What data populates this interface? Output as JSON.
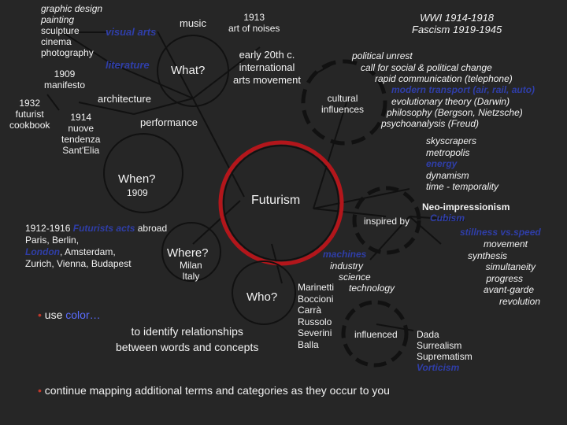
{
  "center": {
    "label": "Futurism"
  },
  "what": {
    "label": "What?",
    "visual_arts": "visual arts",
    "visual_arts_items": [
      "graphic design",
      "painting",
      "sculpture",
      "cinema",
      "photography"
    ],
    "music": "music",
    "literature": "literature",
    "literature_item": [
      "1909",
      "manifesto"
    ],
    "architecture": "architecture",
    "cookbook": [
      "1932",
      "futurist",
      "cookbook"
    ],
    "performance": "performance",
    "nuove_tendenza": [
      "1914",
      "nuove",
      "tendenza",
      "Sant'Elia"
    ],
    "art_of_noises": [
      "1913",
      "art of noises"
    ],
    "early_20th": [
      "early 20th c.",
      "international",
      "arts movement"
    ]
  },
  "when": {
    "label": "When?",
    "year": "1909"
  },
  "where": {
    "label": "Where?",
    "city": [
      "Milan",
      "Italy"
    ],
    "abroad_prefix": "1912-1916 ",
    "abroad_emph": "Futurists acts",
    "abroad_suffix": " abroad",
    "abroad_cities_1": "Paris, Berlin,",
    "abroad_london": "London",
    "abroad_cities_2": ", Amsterdam,",
    "abroad_cities_3": "Zurich, Vienna, Budapest"
  },
  "who": {
    "label": "Who?",
    "artists": [
      "Marinetti",
      "Boccioni",
      "Carrà",
      "Russolo",
      "Severini",
      "Balla"
    ]
  },
  "cultural": {
    "label": [
      "cultural",
      "influences"
    ],
    "wwi": [
      "WWI 1914-1918",
      "Fascism 1919-1945"
    ],
    "lines": [
      "political unrest",
      "call for social & political change",
      "rapid communication (telephone)"
    ],
    "transport": "modern transport (air, rail, auto)",
    "lines2": [
      "evolutionary theory (Darwin)",
      "philosophy (Bergson, Nietzsche)",
      "psychoanalysis (Freud)"
    ],
    "themes": [
      "skyscrapers",
      "metropolis",
      "energy",
      "dynamism",
      "time - temporality"
    ]
  },
  "inspired": {
    "label": "inspired by",
    "neo": "Neo-impressionism",
    "cubism": "Cubism",
    "stillness": "stillness vs.speed",
    "concepts": [
      "movement",
      "synthesis",
      "simultaneity",
      "progress",
      "avant-garde",
      "revolution"
    ],
    "machines": "machines",
    "industry": "industry",
    "science": "science",
    "technology": "technology"
  },
  "influenced": {
    "label": "influenced",
    "movements": [
      "Dada",
      "Surrealism",
      "Suprematism"
    ],
    "vorticism": "Vorticism"
  },
  "notes": {
    "use": "use ",
    "color": "color…",
    "identify": [
      "to identify relationships",
      "between words and concepts"
    ],
    "continue": "continue mapping additional terms and categories as they occur to you"
  },
  "colors": {
    "background": "#262626",
    "center_ring": "#b3161b",
    "accent_blue": "#2f3ea8",
    "bullet": "#c0392b"
  }
}
